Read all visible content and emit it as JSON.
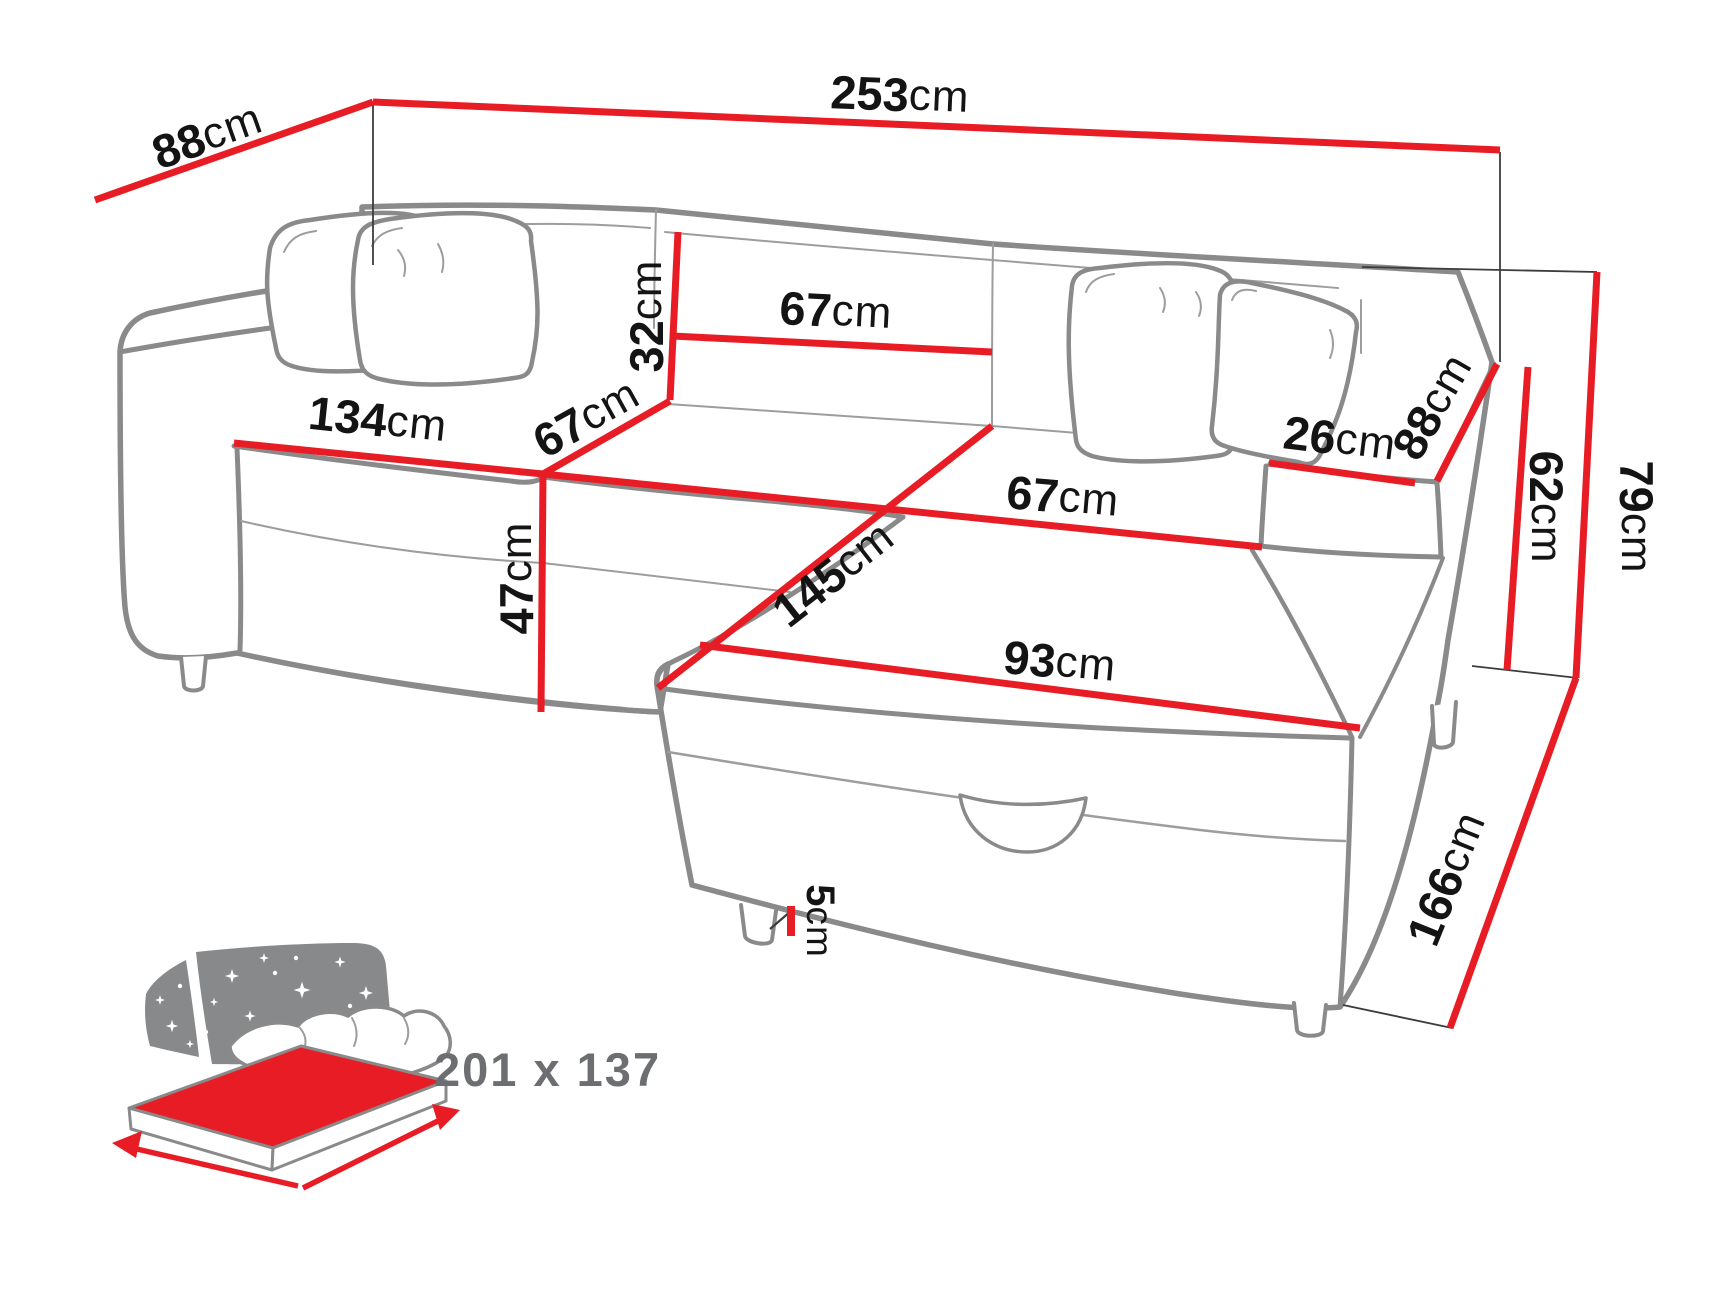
{
  "diagram": {
    "title": "corner-sofa-bed-dimension-diagram",
    "unit": "cm",
    "colors": {
      "dimension_line": "#e81c24",
      "sofa_outline": "#8a8a8a",
      "label_text": "#141414",
      "icon_gray": "#87898b",
      "bed_size_text": "#6d6e71"
    },
    "dimensions": {
      "back_depth": {
        "value": "88",
        "unit": "cm"
      },
      "total_width": {
        "value": "253",
        "unit": "cm"
      },
      "backrest_height": {
        "value": "32",
        "unit": "cm"
      },
      "backrest_section_width": {
        "value": "67",
        "unit": "cm"
      },
      "left_seat_width": {
        "value": "134",
        "unit": "cm"
      },
      "seat_depth": {
        "value": "67",
        "unit": "cm"
      },
      "seat_height": {
        "value": "47",
        "unit": "cm"
      },
      "chaise_seat_width": {
        "value": "67",
        "unit": "cm"
      },
      "chaise_length": {
        "value": "145",
        "unit": "cm"
      },
      "chaise_front_width": {
        "value": "93",
        "unit": "cm"
      },
      "armrest_top_width": {
        "value": "26",
        "unit": "cm"
      },
      "armrest_depth": {
        "value": "88",
        "unit": "cm"
      },
      "armrest_height": {
        "value": "62",
        "unit": "cm"
      },
      "total_height": {
        "value": "79",
        "unit": "cm"
      },
      "side_depth": {
        "value": "166",
        "unit": "cm"
      },
      "leg_height": {
        "value": "5",
        "unit": "cm"
      }
    },
    "sleeping_area": {
      "label": "201 x 137"
    }
  }
}
